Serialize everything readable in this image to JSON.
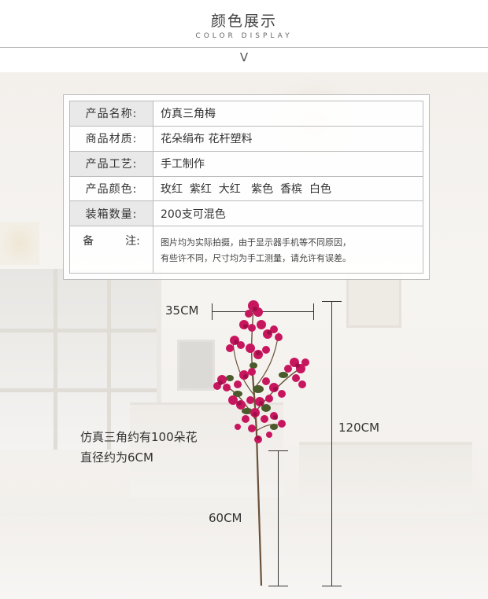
{
  "header": {
    "title_cn": "颜色展示",
    "title_en": "COLOR DISPLAY",
    "chevron": "V"
  },
  "specs": [
    {
      "label": "产品名称:",
      "value": "仿真三角梅"
    },
    {
      "label": "商品材质:",
      "value": "花朵绢布 花杆塑料"
    },
    {
      "label": "产品工艺:",
      "value": "手工制作"
    },
    {
      "label": "产品颜色:",
      "value": "玫红  紫红  大红   紫色  香槟  白色"
    },
    {
      "label": "装箱数量:",
      "value": "200支可混色"
    }
  ],
  "note": {
    "label_a": "备",
    "label_b": "注:",
    "line1": "图片均为实际拍摄，由于显示器手机等不同原因，",
    "line2": "有些许不同，尺寸均为手工测量，请允许有误差。"
  },
  "dimensions": {
    "width": "35CM",
    "height": "120CM",
    "stem": "60CM"
  },
  "description": {
    "line1": "仿真三角约有100朵花",
    "line2": "直径约为6CM"
  },
  "colors": {
    "flower": "#c8165e",
    "flower_dark": "#9e0f49",
    "leaf": "#4b5a2a",
    "stem": "#6b5138"
  }
}
